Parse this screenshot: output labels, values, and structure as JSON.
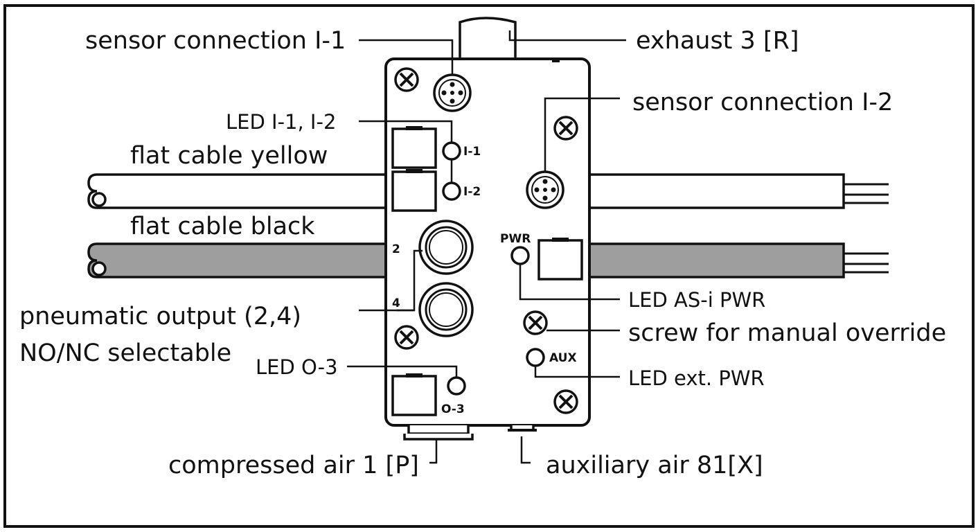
{
  "labels": {
    "sensor_i1": "sensor connection I-1",
    "exhaust": "exhaust 3 [R]",
    "sensor_i2": "sensor connection I-2",
    "led_i1_i2": "LED I-1, I-2",
    "flat_yellow": "flat cable yellow",
    "flat_black": "flat cable black",
    "pneumatic_1": "pneumatic output (2,4)",
    "pneumatic_2": "NO/NC selectable",
    "led_o3": "LED O-3",
    "led_asi": "LED AS-i PWR",
    "screw_override": "screw for manual override",
    "led_ext": "LED ext. PWR",
    "compressed_air": "compressed air 1 [P]",
    "aux_air": "auxiliary air 81[X]"
  },
  "device_tags": {
    "i1": "I-1",
    "i2": "I-2",
    "port2": "2",
    "port4": "4",
    "pwr": "PWR",
    "aux": "AUX",
    "o3": "O-3"
  },
  "colors": {
    "black_cable": "#9e9e9e",
    "line": "#111111",
    "background": "#ffffff"
  }
}
